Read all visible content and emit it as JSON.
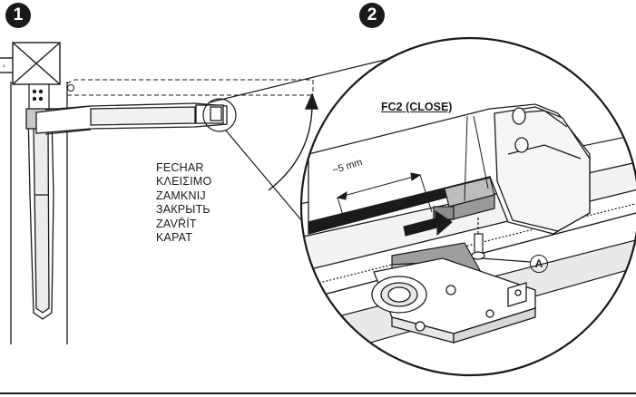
{
  "steps": [
    "1",
    "2"
  ],
  "close_words": [
    "FECHAR",
    "ΚΛΕΙΣΙΜΟ",
    "ZAMKNIJ",
    "ЗАКРЫТЬ",
    "ZAVŘÍT",
    "KAPAT"
  ],
  "detail": {
    "limit_switch_label": "FC2 (CLOSE)",
    "distance_label": "~5 mm",
    "part_marker": "A"
  },
  "colors": {
    "line": "#1a1a1a",
    "shade": "#8c8c8c",
    "light_shade": "#d9d9d9"
  }
}
